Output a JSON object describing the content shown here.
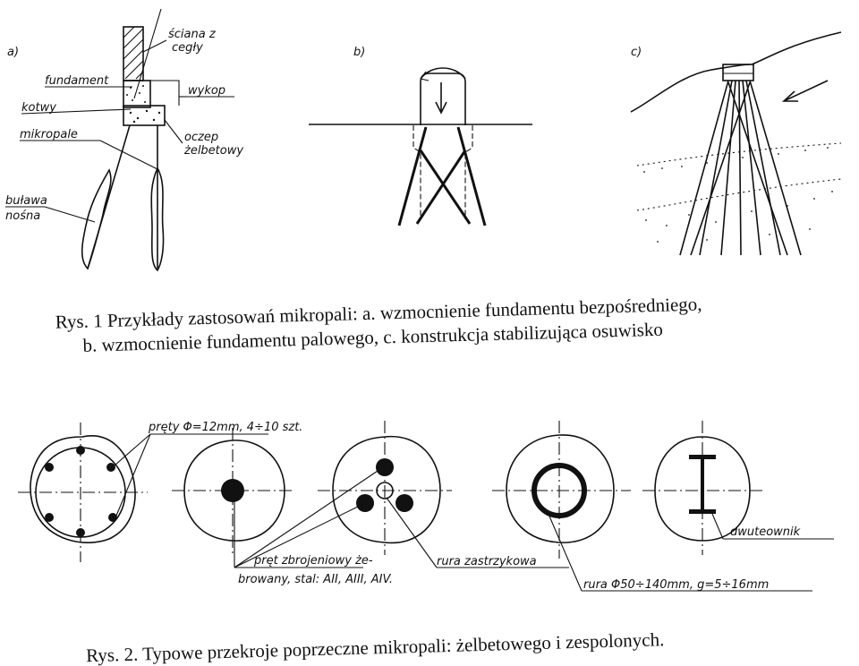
{
  "figure1": {
    "panel_labels": [
      "a)",
      "b)",
      "c)"
    ],
    "labels_a": {
      "wall_line1": "ściana z",
      "wall_line2": "cegły",
      "foundation": "fundament",
      "excavation": "wykop",
      "anchors": "kotwy",
      "micropiles": "mikropale",
      "cap_line1": "oczep",
      "cap_line2": "żelbetowy",
      "bulb_line1": "buława",
      "bulb_line2": "nośna"
    },
    "caption_line1": "Rys. 1  Przykłady zastosowań mikropali: a. wzmocnienie fundamentu bezpośredniego,",
    "caption_line2": "b. wzmocnienie fundamentu palowego, c. konstrukcja stabilizująca osuwisko"
  },
  "figure2": {
    "rebar_label": "pręty Φ=12mm, 4÷10 szt.",
    "ribbed_bar_line1": "pręt zbrojeniowy że-",
    "ribbed_bar_line2": "browany, stal: AII, AIII, AIV.",
    "injection_tube": "rura zastrzykowa",
    "pipe_label": "rura Φ50÷140mm, g=5÷16mm",
    "ibeam_label": "dwuteownik",
    "caption": "Rys. 2.  Typowe przekroje poprzeczne mikropali: żelbetowego i zespolonych."
  }
}
